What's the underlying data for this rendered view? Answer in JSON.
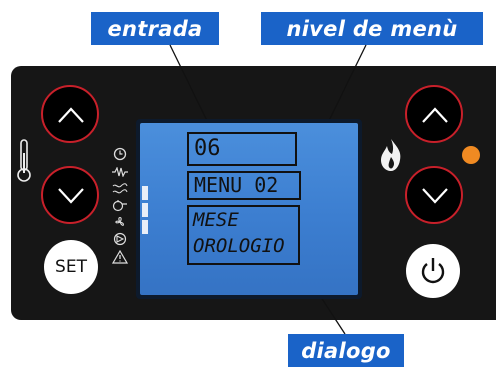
{
  "callouts": {
    "entry_label": "entrada",
    "menu_level_label": "nivel de menù",
    "dialog_label": "dialogo"
  },
  "display": {
    "entry_value": "06",
    "menu_value": "MENU 02",
    "dialog_lines": [
      "MESE",
      "OROLOGIO"
    ]
  },
  "buttons": {
    "set_label": "SET"
  },
  "icons": {
    "left_up": "chevron-up-icon",
    "left_down": "chevron-down-icon",
    "right_up": "chevron-up-icon",
    "right_down": "chevron-down-icon",
    "power": "power-icon",
    "thermometer": "thermometer-icon",
    "flame": "flame-icon",
    "status_column": [
      "clock-icon",
      "resistor-icon",
      "exchanger-icon",
      "pump-icon",
      "fan-icon",
      "auger-icon",
      "warning-icon"
    ]
  },
  "colors": {
    "callout": "#1a63c8",
    "lcd": "#3c7ed0",
    "button_ring": "#c8202a",
    "status_led": "#f08a22"
  }
}
